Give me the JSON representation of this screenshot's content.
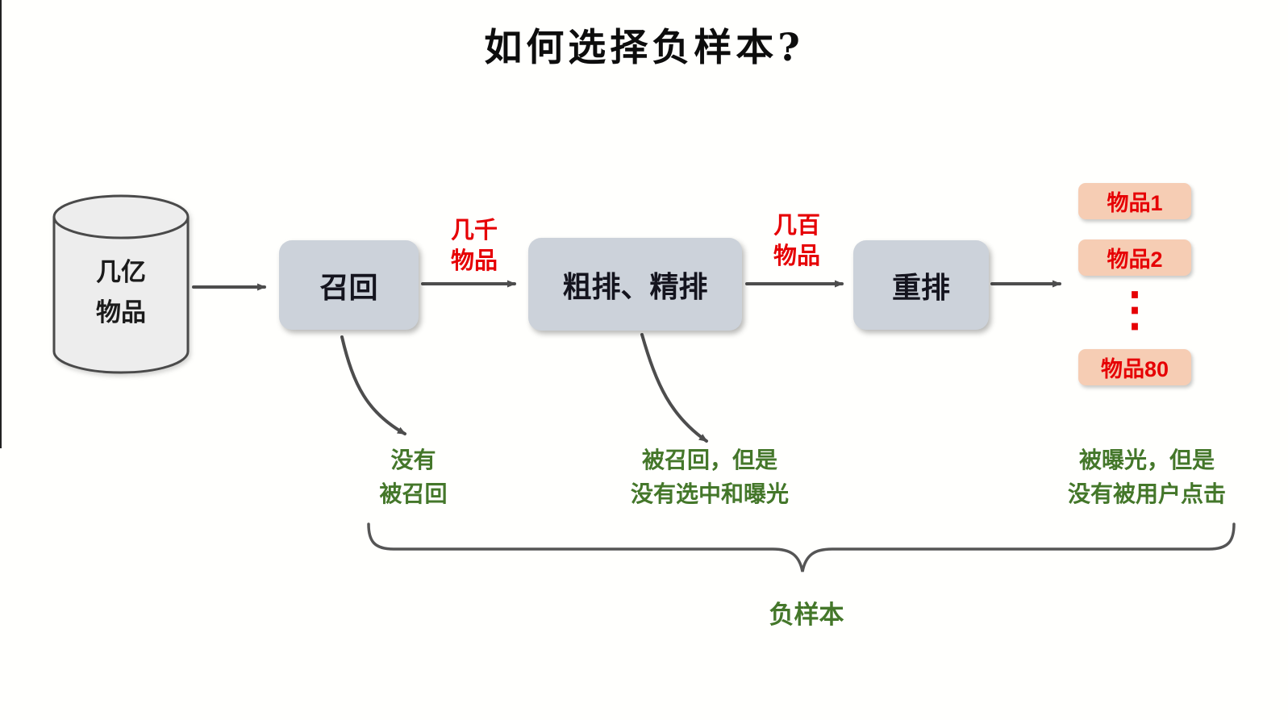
{
  "title": "如何选择负样本?",
  "database": {
    "line1": "几亿",
    "line2": "物品"
  },
  "stages": [
    {
      "label": "召回"
    },
    {
      "label": "粗排、精排"
    },
    {
      "label": "重排"
    }
  ],
  "edge_labels": [
    {
      "line1": "几千",
      "line2": "物品"
    },
    {
      "line1": "几百",
      "line2": "物品"
    }
  ],
  "output_items": {
    "item1": "物品1",
    "item2": "物品2",
    "ellipsis": "⋮",
    "item_last": "物品80"
  },
  "annotations": [
    {
      "line1": "没有",
      "line2": "被召回"
    },
    {
      "line1": "被召回，但是",
      "line2": "没有选中和曝光"
    },
    {
      "line1": "被曝光，但是",
      "line2": "没有被用户点击"
    }
  ],
  "brace_label": "负样本",
  "colors": {
    "accent_red": "#e60004",
    "accent_green": "#44772a",
    "stage_fill": "#ccd2da",
    "item_fill": "#f6cdb4",
    "arrow": "#4d4d4d"
  }
}
